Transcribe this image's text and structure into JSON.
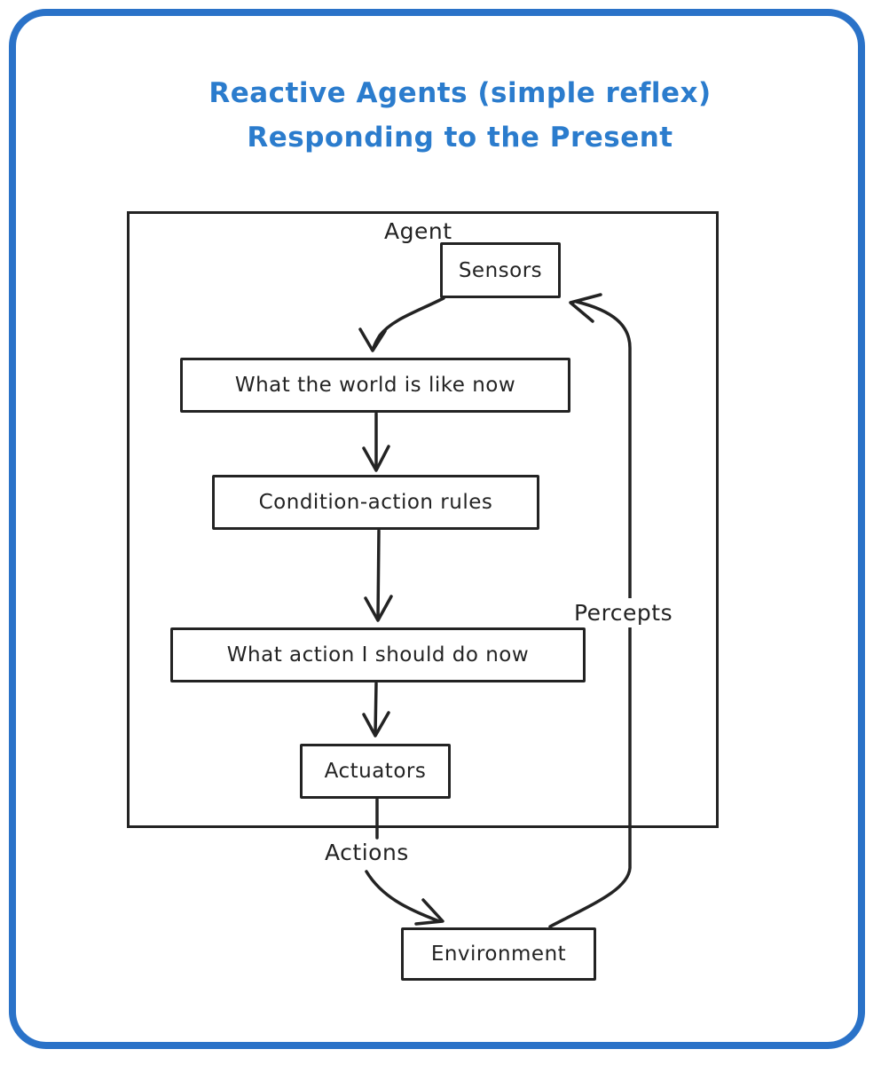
{
  "title": {
    "line1": "Reactive Agents (simple reflex)",
    "line2": "Responding to the Present"
  },
  "diagram": {
    "agent_label": "Agent",
    "nodes": {
      "sensors": "Sensors",
      "world_state": "What the world is like now",
      "rules": "Condition-action rules",
      "action_choice": "What action I should do now",
      "actuators": "Actuators",
      "environment": "Environment"
    },
    "edge_labels": {
      "percepts": "Percepts",
      "actions": "Actions"
    },
    "flow": [
      "Environment -> Sensors (Percepts)",
      "Sensors -> What the world is like now",
      "What the world is like now -> Condition-action rules",
      "Condition-action rules -> What action I should do now",
      "What action I should do now -> Actuators",
      "Actuators -> Environment (Actions)"
    ]
  },
  "colors": {
    "accent_blue_border": "#2a72c8",
    "accent_blue_title": "#2b7ccd",
    "ink": "#232323",
    "background": "#ffffff"
  }
}
